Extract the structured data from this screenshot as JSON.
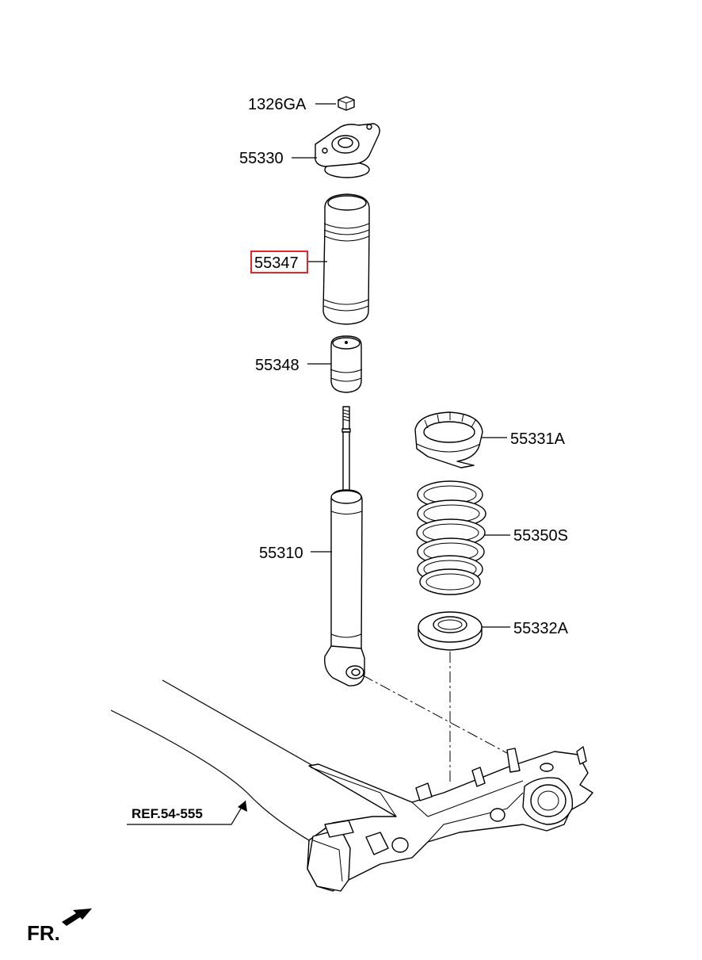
{
  "parts": [
    {
      "id": "nut",
      "number": "1326GA"
    },
    {
      "id": "mount",
      "number": "55330"
    },
    {
      "id": "dust-cover",
      "number": "55347",
      "highlighted": true
    },
    {
      "id": "bump-stopper",
      "number": "55348"
    },
    {
      "id": "upper-spring-pad",
      "number": "55331A"
    },
    {
      "id": "coil-spring",
      "number": "55350S"
    },
    {
      "id": "lower-spring-pad",
      "number": "55332A"
    },
    {
      "id": "shock-absorber",
      "number": "55310"
    }
  ],
  "reference": "REF.54-555",
  "front_indicator": "FR.",
  "colors": {
    "highlight": "#e8262a",
    "line": "#000000",
    "background": "#ffffff"
  }
}
